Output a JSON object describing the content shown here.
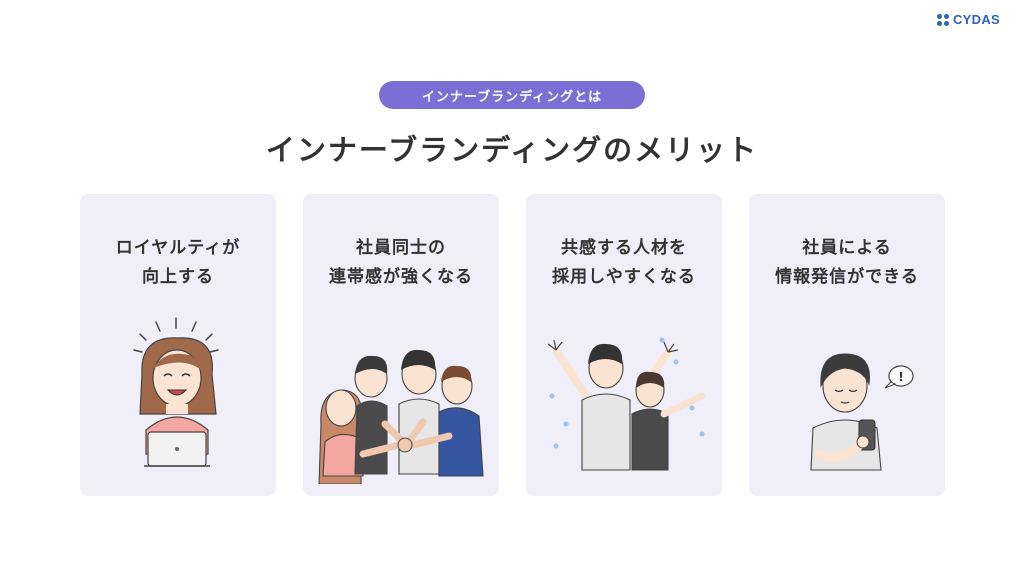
{
  "logo": {
    "text": "CYDAS",
    "color": "#2a63b8"
  },
  "badge": {
    "label": "インナーブランディングとは",
    "color": "#7b6fd6"
  },
  "title": "インナーブランディングのメリット",
  "cards": [
    {
      "line1": "ロイヤルティが",
      "line2": "向上する",
      "illustration": "woman-laptop-icon"
    },
    {
      "line1": "社員同士の",
      "line2": "連帯感が強くなる",
      "illustration": "team-hands-icon"
    },
    {
      "line1": "共感する人材を",
      "line2": "採用しやすくなる",
      "illustration": "cheering-people-icon"
    },
    {
      "line1": "社員による",
      "line2": "情報発信ができる",
      "illustration": "man-smartphone-icon"
    }
  ],
  "bubble_text": "!"
}
